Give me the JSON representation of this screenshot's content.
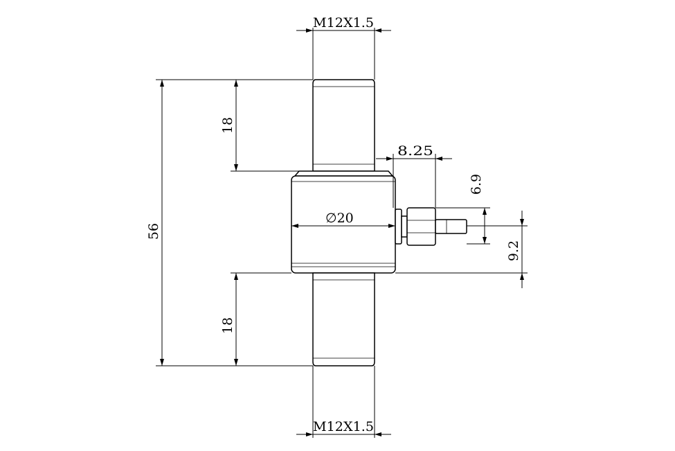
{
  "dimensions": {
    "thread_top": "M12X1.5",
    "thread_bottom": "M12X1.5",
    "overall_length": "56",
    "upper_stud_length": "18",
    "lower_stud_length": "18",
    "body_diameter_symbol": "∅",
    "body_diameter": "20",
    "connector_offset": "8.25",
    "connector_height": "6.9",
    "connector_position": "9.2"
  }
}
